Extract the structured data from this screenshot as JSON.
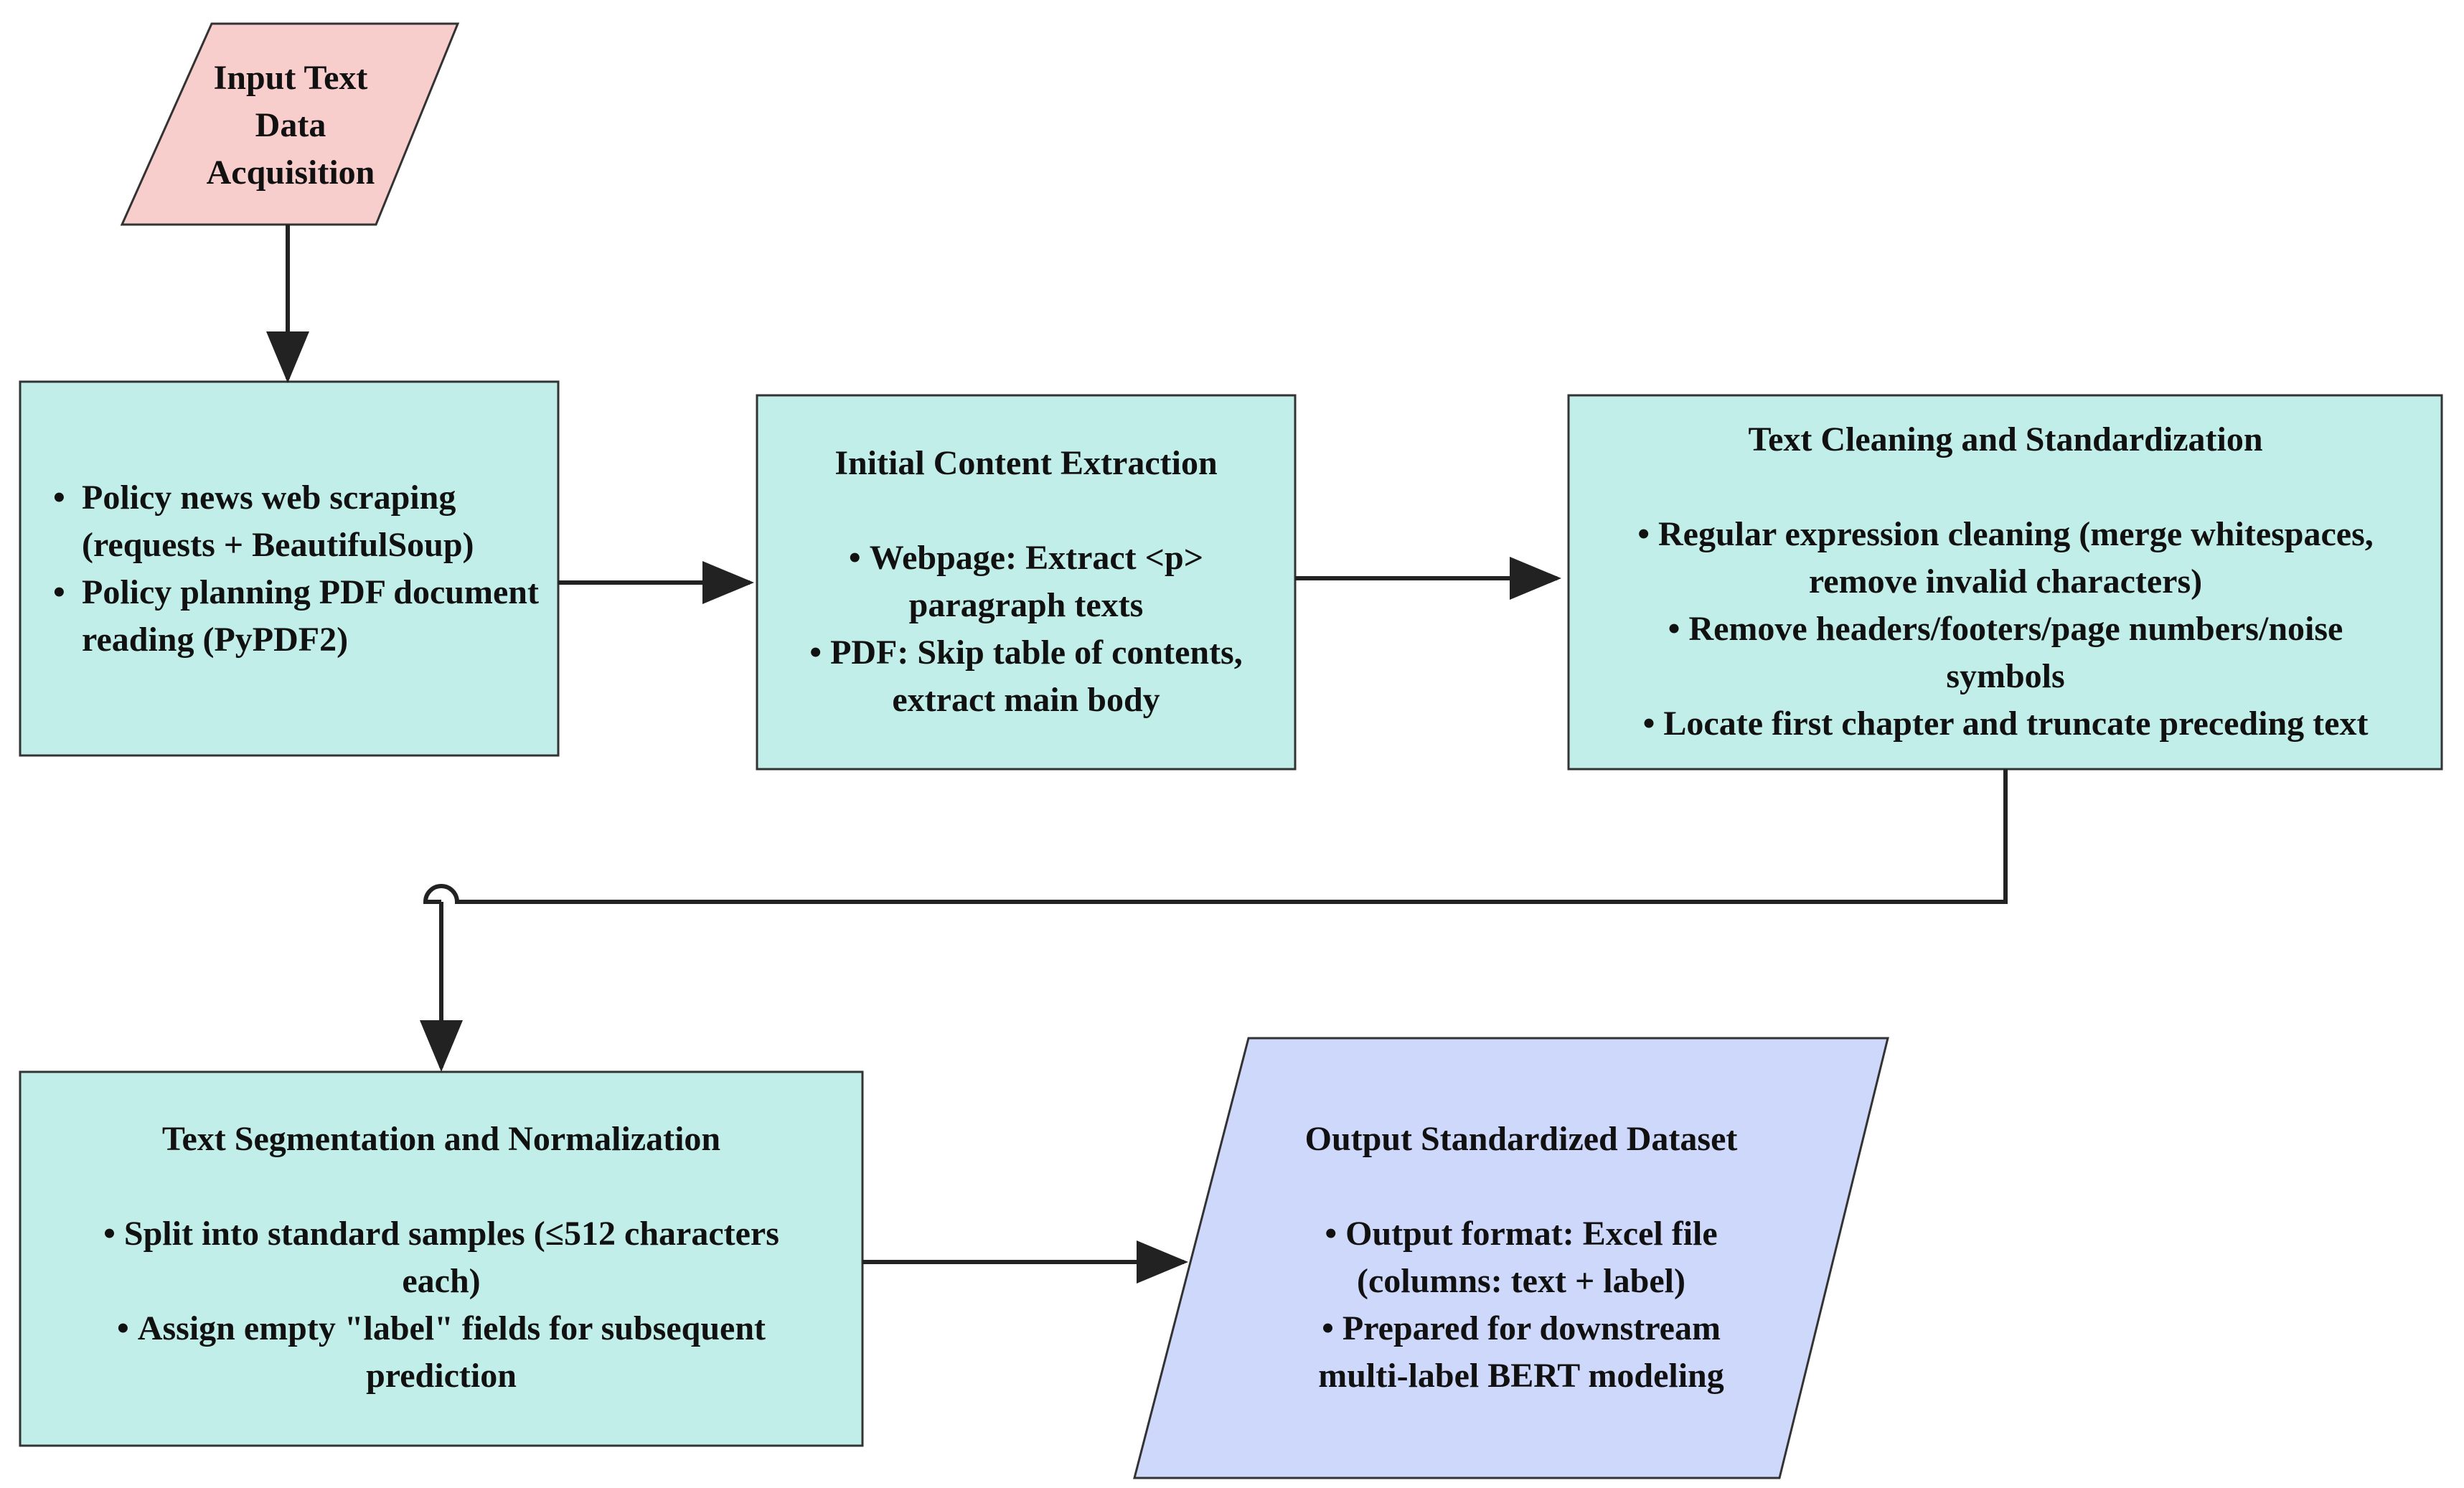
{
  "nodes": {
    "input": {
      "title": "Input Text Data Acquisition"
    },
    "acquisition": {
      "bullets": [
        "Policy news web scraping (requests + BeautifulSoup)",
        "Policy planning PDF document reading (PyPDF2)"
      ]
    },
    "extraction": {
      "title": "Initial Content Extraction",
      "bullets": [
        "Webpage: Extract <p> paragraph texts",
        "PDF: Skip table of contents, extract main body"
      ]
    },
    "cleaning": {
      "title": "Text Cleaning and Standardization",
      "bullets": [
        "Regular expression cleaning (merge whitespaces, remove invalid characters)",
        "Remove headers/footers/page numbers/noise symbols",
        "Locate first chapter and truncate preceding text"
      ]
    },
    "segmentation": {
      "title": "Text Segmentation and Normalization",
      "bullets": [
        "Split into standard samples (≤512 characters each)",
        "Assign empty \"label\" fields for subsequent prediction"
      ]
    },
    "output": {
      "title": "Output Standardized Dataset",
      "bullets": [
        "Output format: Excel file (columns: text + label)",
        "Prepared for downstream multi-label BERT modeling"
      ]
    }
  },
  "colors": {
    "input_fill": "#f8cecc",
    "process_fill": "#c1eee8",
    "output_fill": "#cdd8fb",
    "stroke": "#333333",
    "edge": "#222222"
  }
}
